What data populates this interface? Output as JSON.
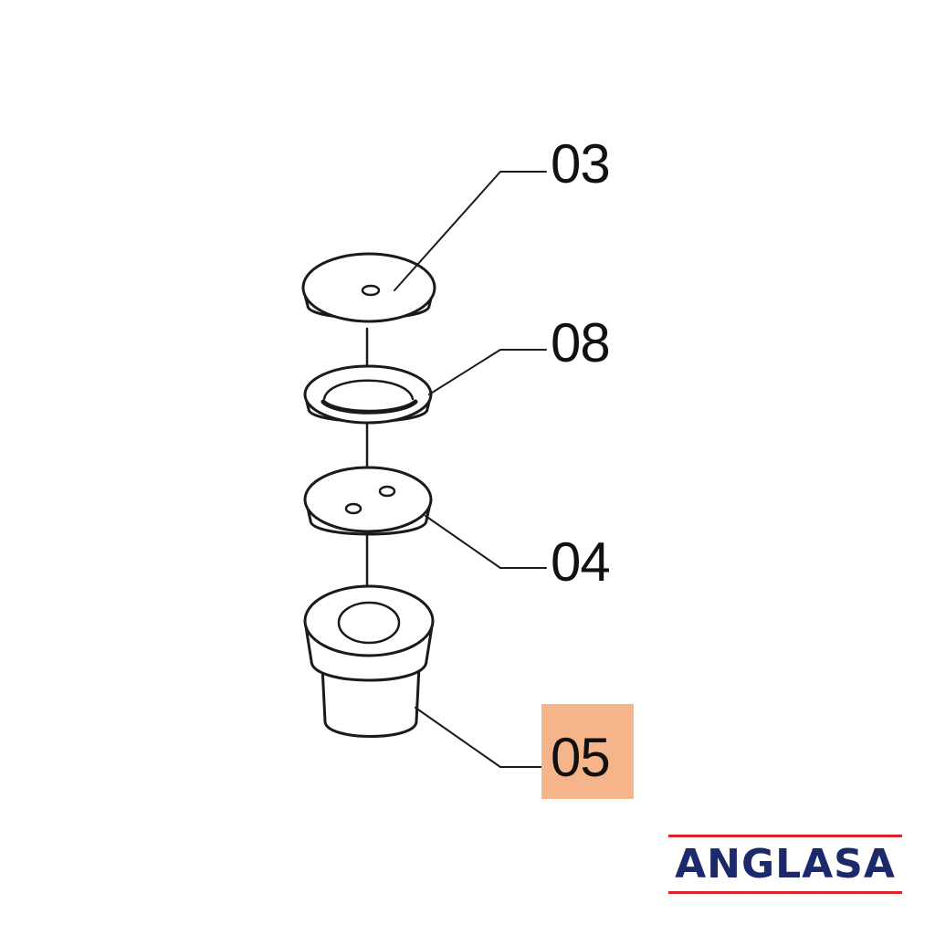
{
  "parts": [
    {
      "id": "03",
      "label": "03"
    },
    {
      "id": "08",
      "label": "08"
    },
    {
      "id": "04",
      "label": "04"
    },
    {
      "id": "05",
      "label": "05",
      "highlighted": true
    }
  ],
  "highlight_color": "#f6b48a",
  "brand": {
    "name": "ANGLASA",
    "text_color": "#1c2a6b",
    "rule_color": "#d8232a"
  }
}
